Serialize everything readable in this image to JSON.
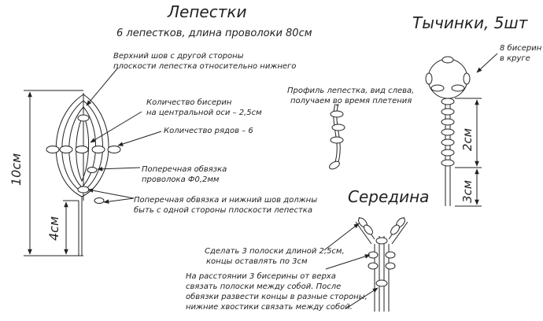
{
  "petals": {
    "title": "Лепестки",
    "subtitle": "6 лепестков, длина проволоки 80см",
    "note_top_seam_1": "Верхний шов с другой стороны",
    "note_top_seam_2": "плоскости лепестка относительно нижнего",
    "note_bead_count_1": "Количество бисерин",
    "note_bead_count_2": "на центральной оси – 2,5см",
    "note_rows": "Количество рядов – 6",
    "note_tie_1": "Поперечная обвязка",
    "note_tie_2": "проволока Ф0,2мм",
    "note_bottom_1": "Поперечная обвязка и нижний шов должны",
    "note_bottom_2": "быть с одной стороны плоскости лепестка",
    "profile_1": "Профиль лепестка, вид слева,",
    "profile_2": "получаем во время плетения",
    "dim_total": "10см",
    "dim_stem": "4см"
  },
  "stamens": {
    "title": "Тычинки, 5шт",
    "note_1": "8 бисерин",
    "note_2": "в круге",
    "dim_upper": "2см",
    "dim_lower": "3см"
  },
  "center": {
    "title": "Середина",
    "note_1": "Сделать 3 полоски длиной 2,5см,",
    "note_2": "концы оставлять по 3см",
    "note_3": "На расстоянии 3 бисерины от верха",
    "note_4": "связать полоски между собой. После",
    "note_5": "обвязки развести концы в разные стороны,",
    "note_6": "нижние хвостики связать между собой."
  }
}
